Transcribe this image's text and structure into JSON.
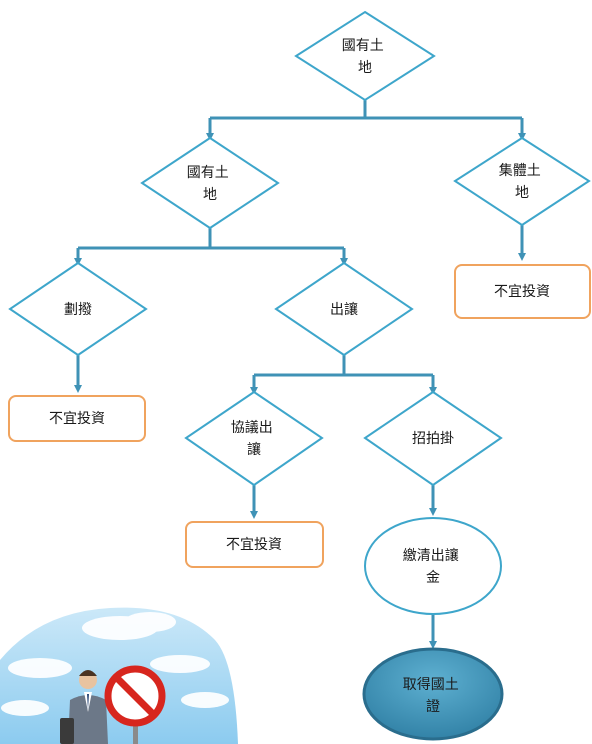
{
  "diagram": {
    "nodes": {
      "root": {
        "lines": [
          "國有土",
          "地"
        ]
      },
      "state": {
        "lines": [
          "國有土",
          "地"
        ]
      },
      "collective": {
        "lines": [
          "集體土",
          "地"
        ]
      },
      "allocation": {
        "lines": [
          "劃撥"
        ]
      },
      "transfer": {
        "lines": [
          "出讓"
        ]
      },
      "negotiated": {
        "lines": [
          "協議出",
          "讓"
        ]
      },
      "auction": {
        "lines": [
          "招拍掛"
        ]
      },
      "pay_fee": {
        "lines": [
          "繳清出讓",
          "金"
        ]
      },
      "get_cert": {
        "lines": [
          "取得國土",
          "證"
        ]
      },
      "no_invest_collective": {
        "lines": [
          "不宜投資"
        ]
      },
      "no_invest_allocation": {
        "lines": [
          "不宜投資"
        ]
      },
      "no_invest_negotiated": {
        "lines": [
          "不宜投資"
        ]
      }
    },
    "colors": {
      "connector": "#3f92b6",
      "diamond_stroke": "#3ea6cb",
      "box_stroke": "#f0a35e",
      "final_fill": "#3f92b6",
      "final_stroke": "#2a6d8d",
      "sky": "#b9dff5",
      "sign_red": "#d7261e"
    },
    "illustration": {
      "description_icon": "businessman-with-no-entry-sign"
    }
  }
}
